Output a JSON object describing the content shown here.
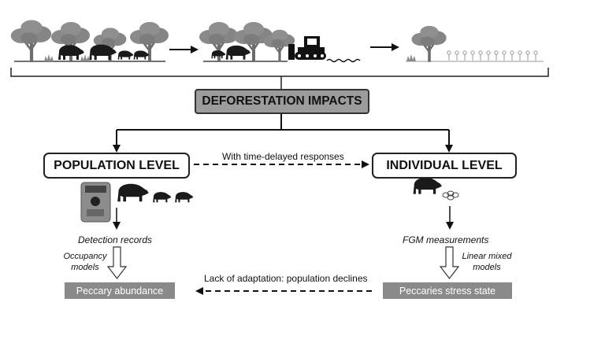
{
  "header": {
    "title": "DEFORESTATION IMPACTS"
  },
  "levels": {
    "population": "POPULATION LEVEL",
    "individual": "INDIVIDUAL LEVEL",
    "link_label": "With time-delayed responses"
  },
  "population_branch": {
    "records": "Detection records",
    "method_line1": "Occupancy",
    "method_line2": "models",
    "result": "Peccary abundance"
  },
  "individual_branch": {
    "records": "FGM measurements",
    "method_line1": "Linear mixed",
    "method_line2": "models",
    "result": "Peccaries stress state"
  },
  "feedback_label": "Lack of adaptation: population declines",
  "icons": [
    "tree-icon",
    "peccary-icon",
    "bulldozer-icon",
    "camera-trap-icon",
    "feces-sample-icon",
    "crop-plant-icon"
  ],
  "colors": {
    "title_box": "#9c9c9c",
    "result_box": "#8a8a8a",
    "silhouette": "#1a1a1a",
    "tree": "#7a7a7a"
  }
}
